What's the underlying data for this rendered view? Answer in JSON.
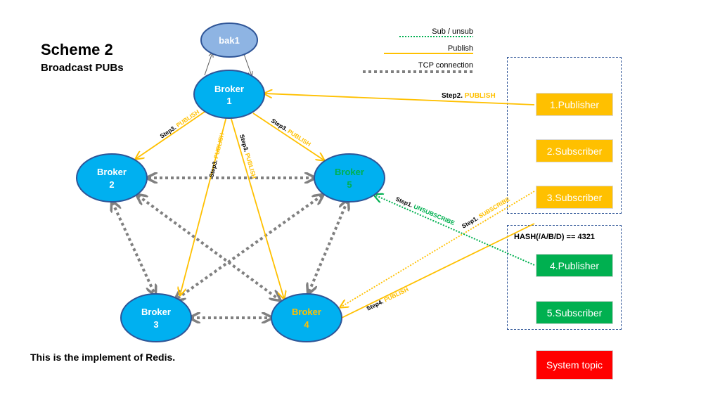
{
  "header": {
    "title": "Scheme 2",
    "subtitle": "Broadcast PUBs"
  },
  "footer": {
    "note": "This is the implement of Redis."
  },
  "legend": {
    "sub_unsub": "Sub / unsub",
    "publish": "Publish",
    "tcp": "TCP connection"
  },
  "nodes": {
    "bak1": "bak1",
    "broker1_line1": "Broker",
    "broker1_line2": "1",
    "broker2_line1": "Broker",
    "broker2_line2": "2",
    "broker3_line1": "Broker",
    "broker3_line2": "3",
    "broker4_line1": "Broker",
    "broker4_line2": "4",
    "broker5_line1": "Broker",
    "broker5_line2": "5"
  },
  "edge_labels": {
    "step2": "Step2.",
    "publish": "PUBLISH",
    "step3": "Step3.",
    "step1": "Step1.",
    "step4": "Step4.",
    "unsubscribe": "UNSUBSCRIBE",
    "subscribe": "SUBSCRIBE"
  },
  "clients": {
    "publisher1": "1.Publisher",
    "subscriber2": "2.Subscriber",
    "subscriber3": "3.Subscriber",
    "publisher4": "4.Publisher",
    "subscriber5": "5.Subscriber",
    "system_topic": "System topic"
  },
  "hash_label": "HASH(/A/B/D) == 4321",
  "colors": {
    "node_fill": "#00b0f0",
    "bak_fill": "#8eb4e3",
    "node_stroke": "#2f5597",
    "publish": "#ffc000",
    "sub": "#00b050",
    "tcp": "#808080"
  }
}
